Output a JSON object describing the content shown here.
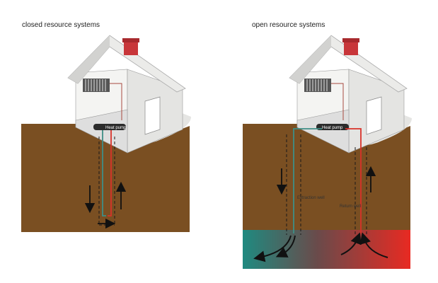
{
  "captions": {
    "closed": "closed resource systems",
    "open": "open resource systems"
  },
  "labels": {
    "heat_pump_left": "Heat pump",
    "heat_pump_right": "Heat pump",
    "extraction_well": "Extraction well",
    "return_well": "Return well"
  },
  "colors": {
    "soil": "#7a4f22",
    "cold_pipe": "#3f8f86",
    "hot_pipe": "#d9322a",
    "roof": "#e8e8e6",
    "chimney": "#c8363a",
    "aquifer_cold": "#1f8a80",
    "aquifer_hot": "#e82a22"
  }
}
